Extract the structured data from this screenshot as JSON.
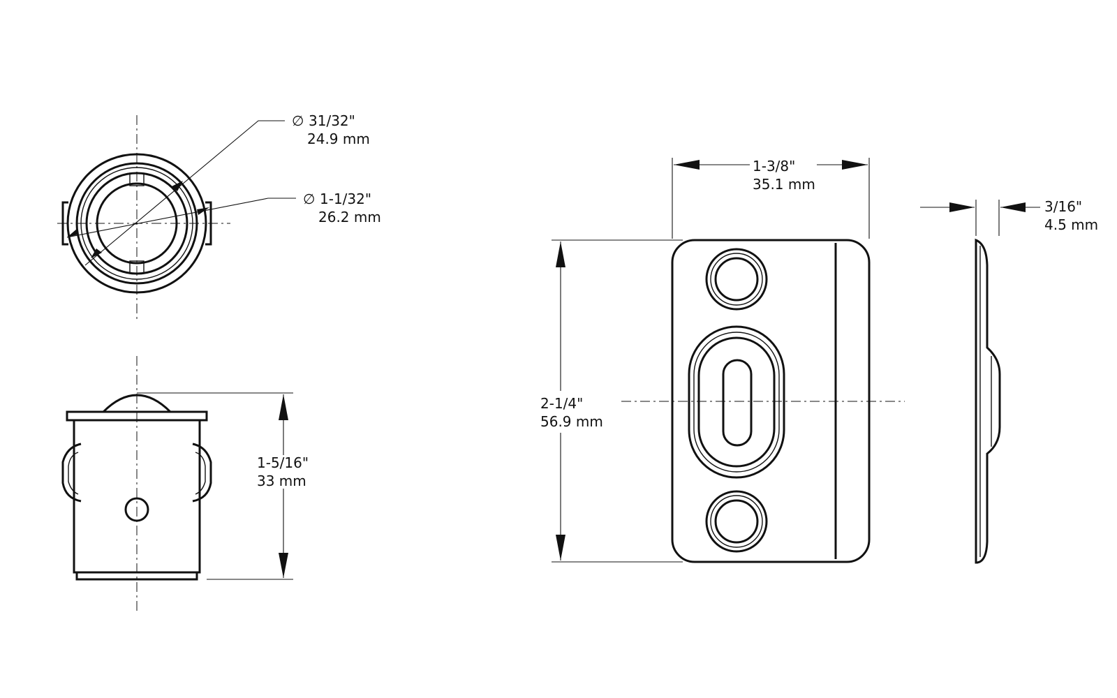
{
  "top_view": {
    "inner_diameter": {
      "symbol": "∅",
      "fraction": "31/32\"",
      "metric": "24.9 mm"
    },
    "outer_diameter": {
      "symbol": "∅",
      "fraction": "1-1/32\"",
      "metric": "26.2 mm"
    }
  },
  "side_view": {
    "height": {
      "fraction": "1-5/16\"",
      "metric": "33 mm"
    }
  },
  "strike_plate": {
    "width": {
      "fraction": "1-3/8\"",
      "metric": "35.1 mm"
    },
    "height": {
      "fraction": "2-1/4\"",
      "metric": "56.9  mm"
    }
  },
  "profile_view": {
    "thickness": {
      "fraction": "3/16\"",
      "metric": "4.5 mm"
    }
  }
}
